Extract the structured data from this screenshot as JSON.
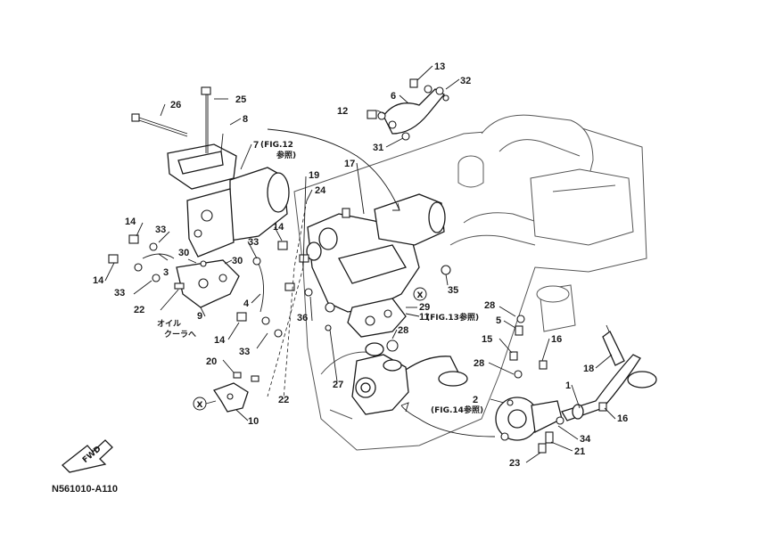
{
  "diagram": {
    "callouts": [
      "1",
      "2",
      "3",
      "4",
      "5",
      "6",
      "7",
      "8",
      "9",
      "10",
      "11",
      "12",
      "13",
      "14",
      "15",
      "16",
      "17",
      "18",
      "19",
      "20",
      "21",
      "22",
      "23",
      "24",
      "25",
      "26",
      "27",
      "28",
      "29",
      "30",
      "31",
      "32",
      "33",
      "34",
      "35",
      "36"
    ],
    "references": {
      "fig12": "(FIG.12",
      "fig12_sub": "参照)",
      "fig13": "(FIG.13参照)",
      "fig14": "(FIG.14参照)"
    },
    "oil_cooler_line1": "オイル",
    "oil_cooler_line2": "クーラへ",
    "marker_x": "X",
    "fwd_label": "FWD",
    "drawing_code": "N561010-A110"
  }
}
